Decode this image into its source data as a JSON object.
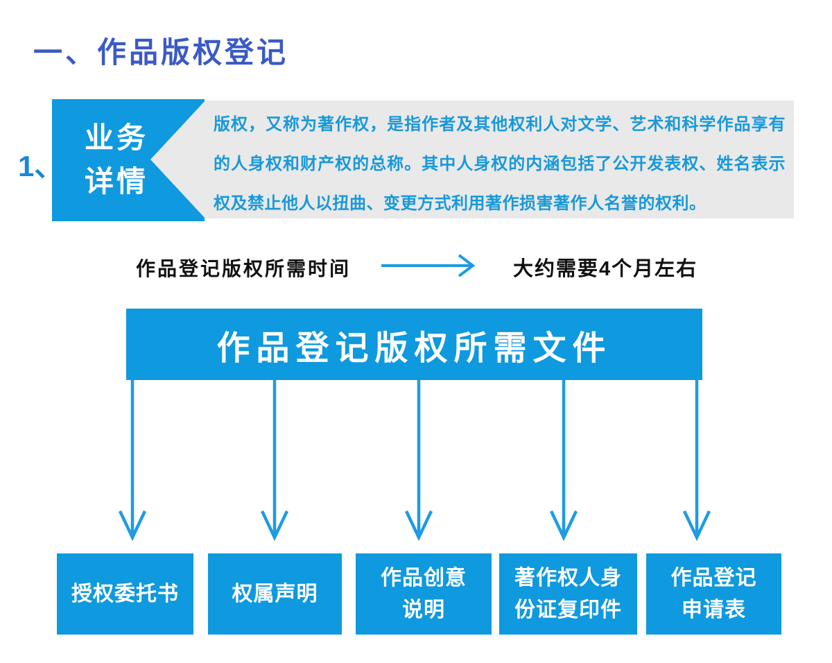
{
  "header": {
    "title": "一、作品版权登记",
    "section_number": "1、"
  },
  "business_detail": {
    "tab_line1": "业务",
    "tab_line2": "详情",
    "description": "版权，又称为著作权，是指作者及其他权利人对文学、艺术和科学作品享有的人身权和财产权的总称。其中人身权的内涵包括了公开发表权、姓名表示权及禁止他人以扭曲、变更方式利用著作损害著作人名誉的权利。"
  },
  "timeline": {
    "label": "作品登记版权所需时间",
    "value": "大约需要4个月左右"
  },
  "documents": {
    "banner": "作品登记版权所需文件",
    "items": [
      "授权委托书",
      "权属声明",
      "作品创意\n说明",
      "著作权人身\n份证复印件",
      "作品登记\n申请表"
    ]
  },
  "icons": {
    "right_arrow": "right-arrow-icon",
    "down_arrow": "down-arrow-icon"
  },
  "colors": {
    "primary_blue": "#0f99de",
    "arrow_blue": "#1e9be4",
    "title_blue": "#3b5ac6",
    "number_blue": "#1a87d5",
    "text_blue": "#1899d9",
    "panel_gray": "#e9e9e9"
  }
}
